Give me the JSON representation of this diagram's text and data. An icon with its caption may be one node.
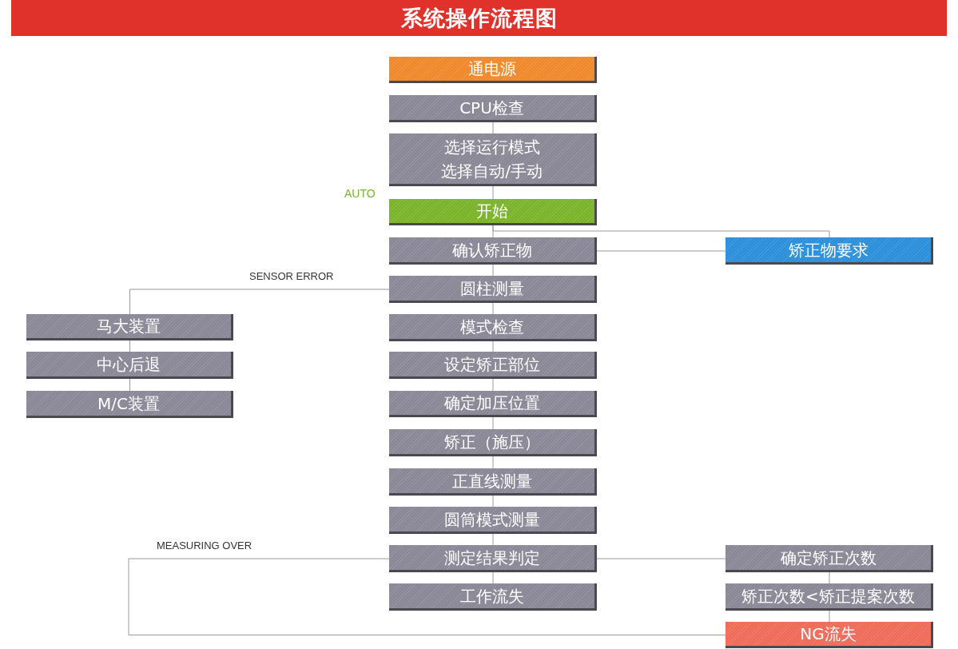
{
  "diagram": {
    "title": "系统操作流程图",
    "nodes": [
      {
        "text": [
          "通电源"
        ]
      },
      {
        "text": [
          "CPU检查"
        ]
      },
      {
        "text": [
          "选择运行模式",
          "选择自动/手动"
        ]
      },
      {
        "text": [
          "开始"
        ]
      },
      {
        "text": [
          "确认矫正物"
        ]
      },
      {
        "text": [
          "矫正物要求"
        ]
      },
      {
        "text": [
          "圆柱测量"
        ]
      },
      {
        "text": [
          "马大装置"
        ]
      },
      {
        "text": [
          "模式检查"
        ]
      },
      {
        "text": [
          "中心后退"
        ]
      },
      {
        "text": [
          "设定矫正部位"
        ]
      },
      {
        "text": [
          "M/C装置"
        ]
      },
      {
        "text": [
          "确定加压位置"
        ]
      },
      {
        "text": [
          "矫正（施压）"
        ]
      },
      {
        "text": [
          "正直线测量"
        ]
      },
      {
        "text": [
          "圆筒模式测量"
        ]
      },
      {
        "text": [
          "测定结果判定"
        ]
      },
      {
        "text": [
          "确定矫正次数"
        ]
      },
      {
        "text": [
          "工作流失"
        ]
      },
      {
        "text": [
          "矫正次数<矫正提案次数"
        ]
      },
      {
        "text": [
          "NG流失"
        ]
      }
    ],
    "edges": [
      {
        "from": 1,
        "to": 2,
        "arrow": "none"
      },
      {
        "from": 2,
        "to": 3,
        "arrow": "none"
      },
      {
        "from": 3,
        "to": 4,
        "arrow": "none"
      },
      {
        "from": 3,
        "to": 5,
        "arrow": "none"
      },
      {
        "from": 4,
        "to": 5,
        "arrow": "none"
      },
      {
        "from": 4,
        "to": 6,
        "arrow": "none"
      },
      {
        "from": 6,
        "to": 7,
        "arrow": "none",
        "label": "SENSOR ERROR"
      },
      {
        "from": 6,
        "to": 8,
        "arrow": "none"
      },
      {
        "from": 7,
        "to": 9,
        "arrow": "none"
      },
      {
        "from": 9,
        "to": 11,
        "arrow": "none"
      },
      {
        "from": 8,
        "to": 10,
        "arrow": "none"
      },
      {
        "from": 10,
        "to": 12,
        "arrow": "none"
      },
      {
        "from": 12,
        "to": 13,
        "arrow": "none"
      },
      {
        "from": 13,
        "to": 14,
        "arrow": "none"
      },
      {
        "from": 14,
        "to": 15,
        "arrow": "none"
      },
      {
        "from": 15,
        "to": 16,
        "arrow": "none"
      },
      {
        "from": 16,
        "to": 17,
        "arrow": "none"
      },
      {
        "from": 16,
        "to": 18,
        "arrow": "none"
      },
      {
        "from": 16,
        "to": 20,
        "arrow": "none",
        "label": "MEASURING OVER"
      },
      {
        "from": 17,
        "to": 19,
        "arrow": "none"
      },
      {
        "from": 19,
        "to": 20,
        "arrow": "none"
      }
    ],
    "labels": [
      "AUTO"
    ]
  }
}
